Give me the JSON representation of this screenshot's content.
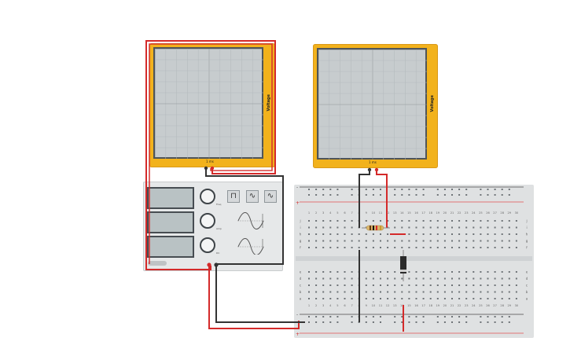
{
  "scope_left": {
    "name_label": "Voltage",
    "time_label": "1 ms"
  },
  "scope_right": {
    "name_label": "Voltage",
    "time_label": "1 ms"
  },
  "function_generator": {
    "knob_labels": [
      "Freq",
      "Amp",
      "DC"
    ],
    "wave_buttons": [
      "square",
      "triangle",
      "sine"
    ]
  },
  "breadboard": {
    "column_numbers": [
      "1",
      "2",
      "3",
      "4",
      "5",
      "6",
      "7",
      "8",
      "9",
      "10",
      "11",
      "12",
      "13",
      "14",
      "15",
      "16",
      "17",
      "18",
      "19",
      "20",
      "21",
      "22",
      "23",
      "24",
      "25",
      "26",
      "27",
      "28",
      "29",
      "30"
    ],
    "top_rows": [
      "j",
      "i",
      "h",
      "g",
      "f"
    ],
    "bottom_rows": [
      "e",
      "d",
      "c",
      "b",
      "a"
    ],
    "rail_plus": "+",
    "rail_minus": "-"
  },
  "colors": {
    "scope_frame": "#f2b21c",
    "wire_red": "#d42a2a",
    "wire_black": "#333333",
    "breadboard": "#dfe1e2",
    "rail_red": "#e05050",
    "rail_blue": "#4a4a4a"
  },
  "icons": {
    "resistor": "resistor-icon",
    "diode": "diode-icon"
  }
}
